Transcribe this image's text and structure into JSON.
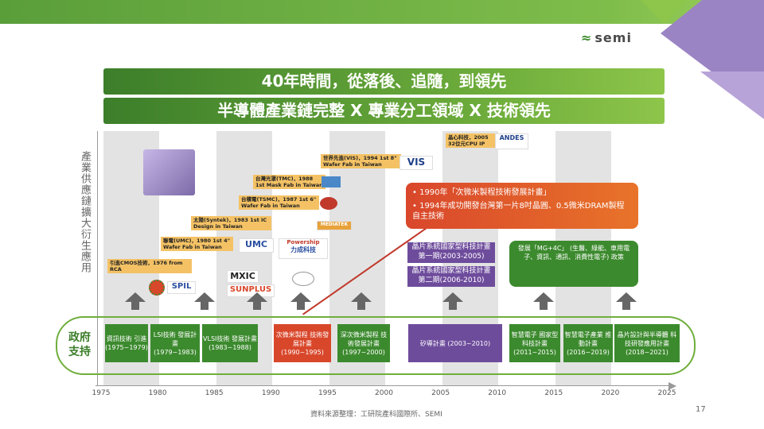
{
  "header": {
    "logo_text": "semi",
    "title1": "40年時間，從落後、追隨，到領先",
    "title2": "半導體產業鏈完整 X 專業分工領域 X 技術領先"
  },
  "y_axis_label": "產業供應鏈擴大衍生應用",
  "milestones": [
    {
      "text": "引進CMOS技術，1976 from RCA"
    },
    {
      "text": "聯電(UMC)，1980 1st 4\" Wafer Fab in Taiwan"
    },
    {
      "text": "太陽(Syntek)，1983 1st IC Design in Taiwan"
    },
    {
      "text": "台積電(TSMC)，1987 1st 6\" Wafer Fab in Taiwan"
    },
    {
      "text": "台灣光罩(TMC)，1988 1st Mask Fab in Taiwan"
    },
    {
      "text": "世界先進(VIS)，1994 1st 8\" Wafer Fab in Taiwan"
    },
    {
      "text": "晶心科技，2005 32位元CPU IP"
    }
  ],
  "logos": {
    "umc": "UMC",
    "powership": "Powership",
    "powership_cn": "力成科技",
    "mxic": "MXIC",
    "sunplus": "SUNPLUS",
    "spil": "SPIL",
    "vis": "VIS",
    "andes": "ANDES",
    "mediatek": "MEDIATEK"
  },
  "orange_box": {
    "line1": "• 1990年「次微米製程技術發展計畫」",
    "line2": "• 1994年成功開發台灣第一片8吋晶圓、0.5微米DRAM製程自主技術"
  },
  "purple_boxes": [
    {
      "text": "晶片系統國家型科技計畫 第一期(2003-2005)"
    },
    {
      "text": "晶片系統國家型科技計畫 第二期(2006-2010)"
    }
  ],
  "green_box": {
    "text": "發展「MG+4C」 (生醫、綠能、車用電子、資訊、通訊、消費性電子) 政策"
  },
  "gov_title": "政府支持",
  "gov_items": [
    {
      "text": "資訊技術 引進 (1975~1979)"
    },
    {
      "text": "LSI技術 發展計畫 (1979~1983)"
    },
    {
      "text": "VLSI技術 發展計畫 (1983~1988)"
    },
    {
      "text": "次微米製程 技術發展計畫 (1990~1995)"
    },
    {
      "text": "深次微米製程 技術發展計畫 (1997~2000)"
    },
    {
      "text": "矽導計畫 (2003~2010)"
    },
    {
      "text": "智慧電子 國家型科技計畫 (2011~2015)"
    },
    {
      "text": "智慧電子產業 推動計畫 (2016~2019)"
    },
    {
      "text": "晶片設計與半導體 科技研發應用計畫 (2018~2021)"
    }
  ],
  "x_ticks": [
    "1975",
    "1980",
    "1985",
    "1990",
    "1995",
    "2000",
    "2005",
    "2010",
    "2015",
    "2020",
    "2025"
  ],
  "footer": {
    "source": "資料來源整理：工研院產科國際所、SEMI",
    "page": "17"
  },
  "colors": {
    "green": "#3c8a2e",
    "red": "#d9472b",
    "purple": "#6e4c9c",
    "orange": "#e8732a"
  }
}
